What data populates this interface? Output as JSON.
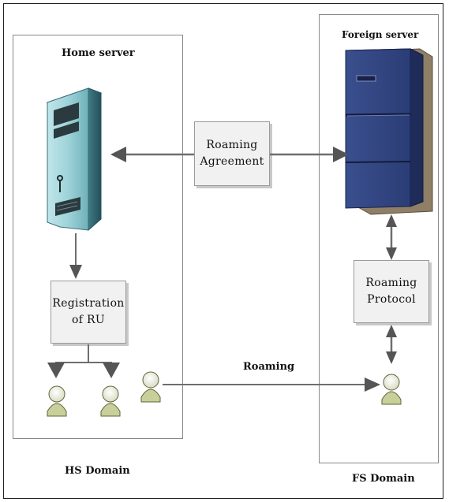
{
  "home": {
    "server_label": "Home server",
    "domain_label": "HS Domain",
    "registration_label": "Registration of RU"
  },
  "foreign": {
    "server_label": "Foreign server",
    "domain_label": "FS Domain",
    "protocol_label": "Roaming Protocol"
  },
  "center": {
    "agreement_label": "Roaming Agreement",
    "roaming_label": "Roaming"
  },
  "icons": {
    "home_server": "tower-server-icon",
    "foreign_server": "rack-server-icon",
    "user": "user-icon"
  }
}
